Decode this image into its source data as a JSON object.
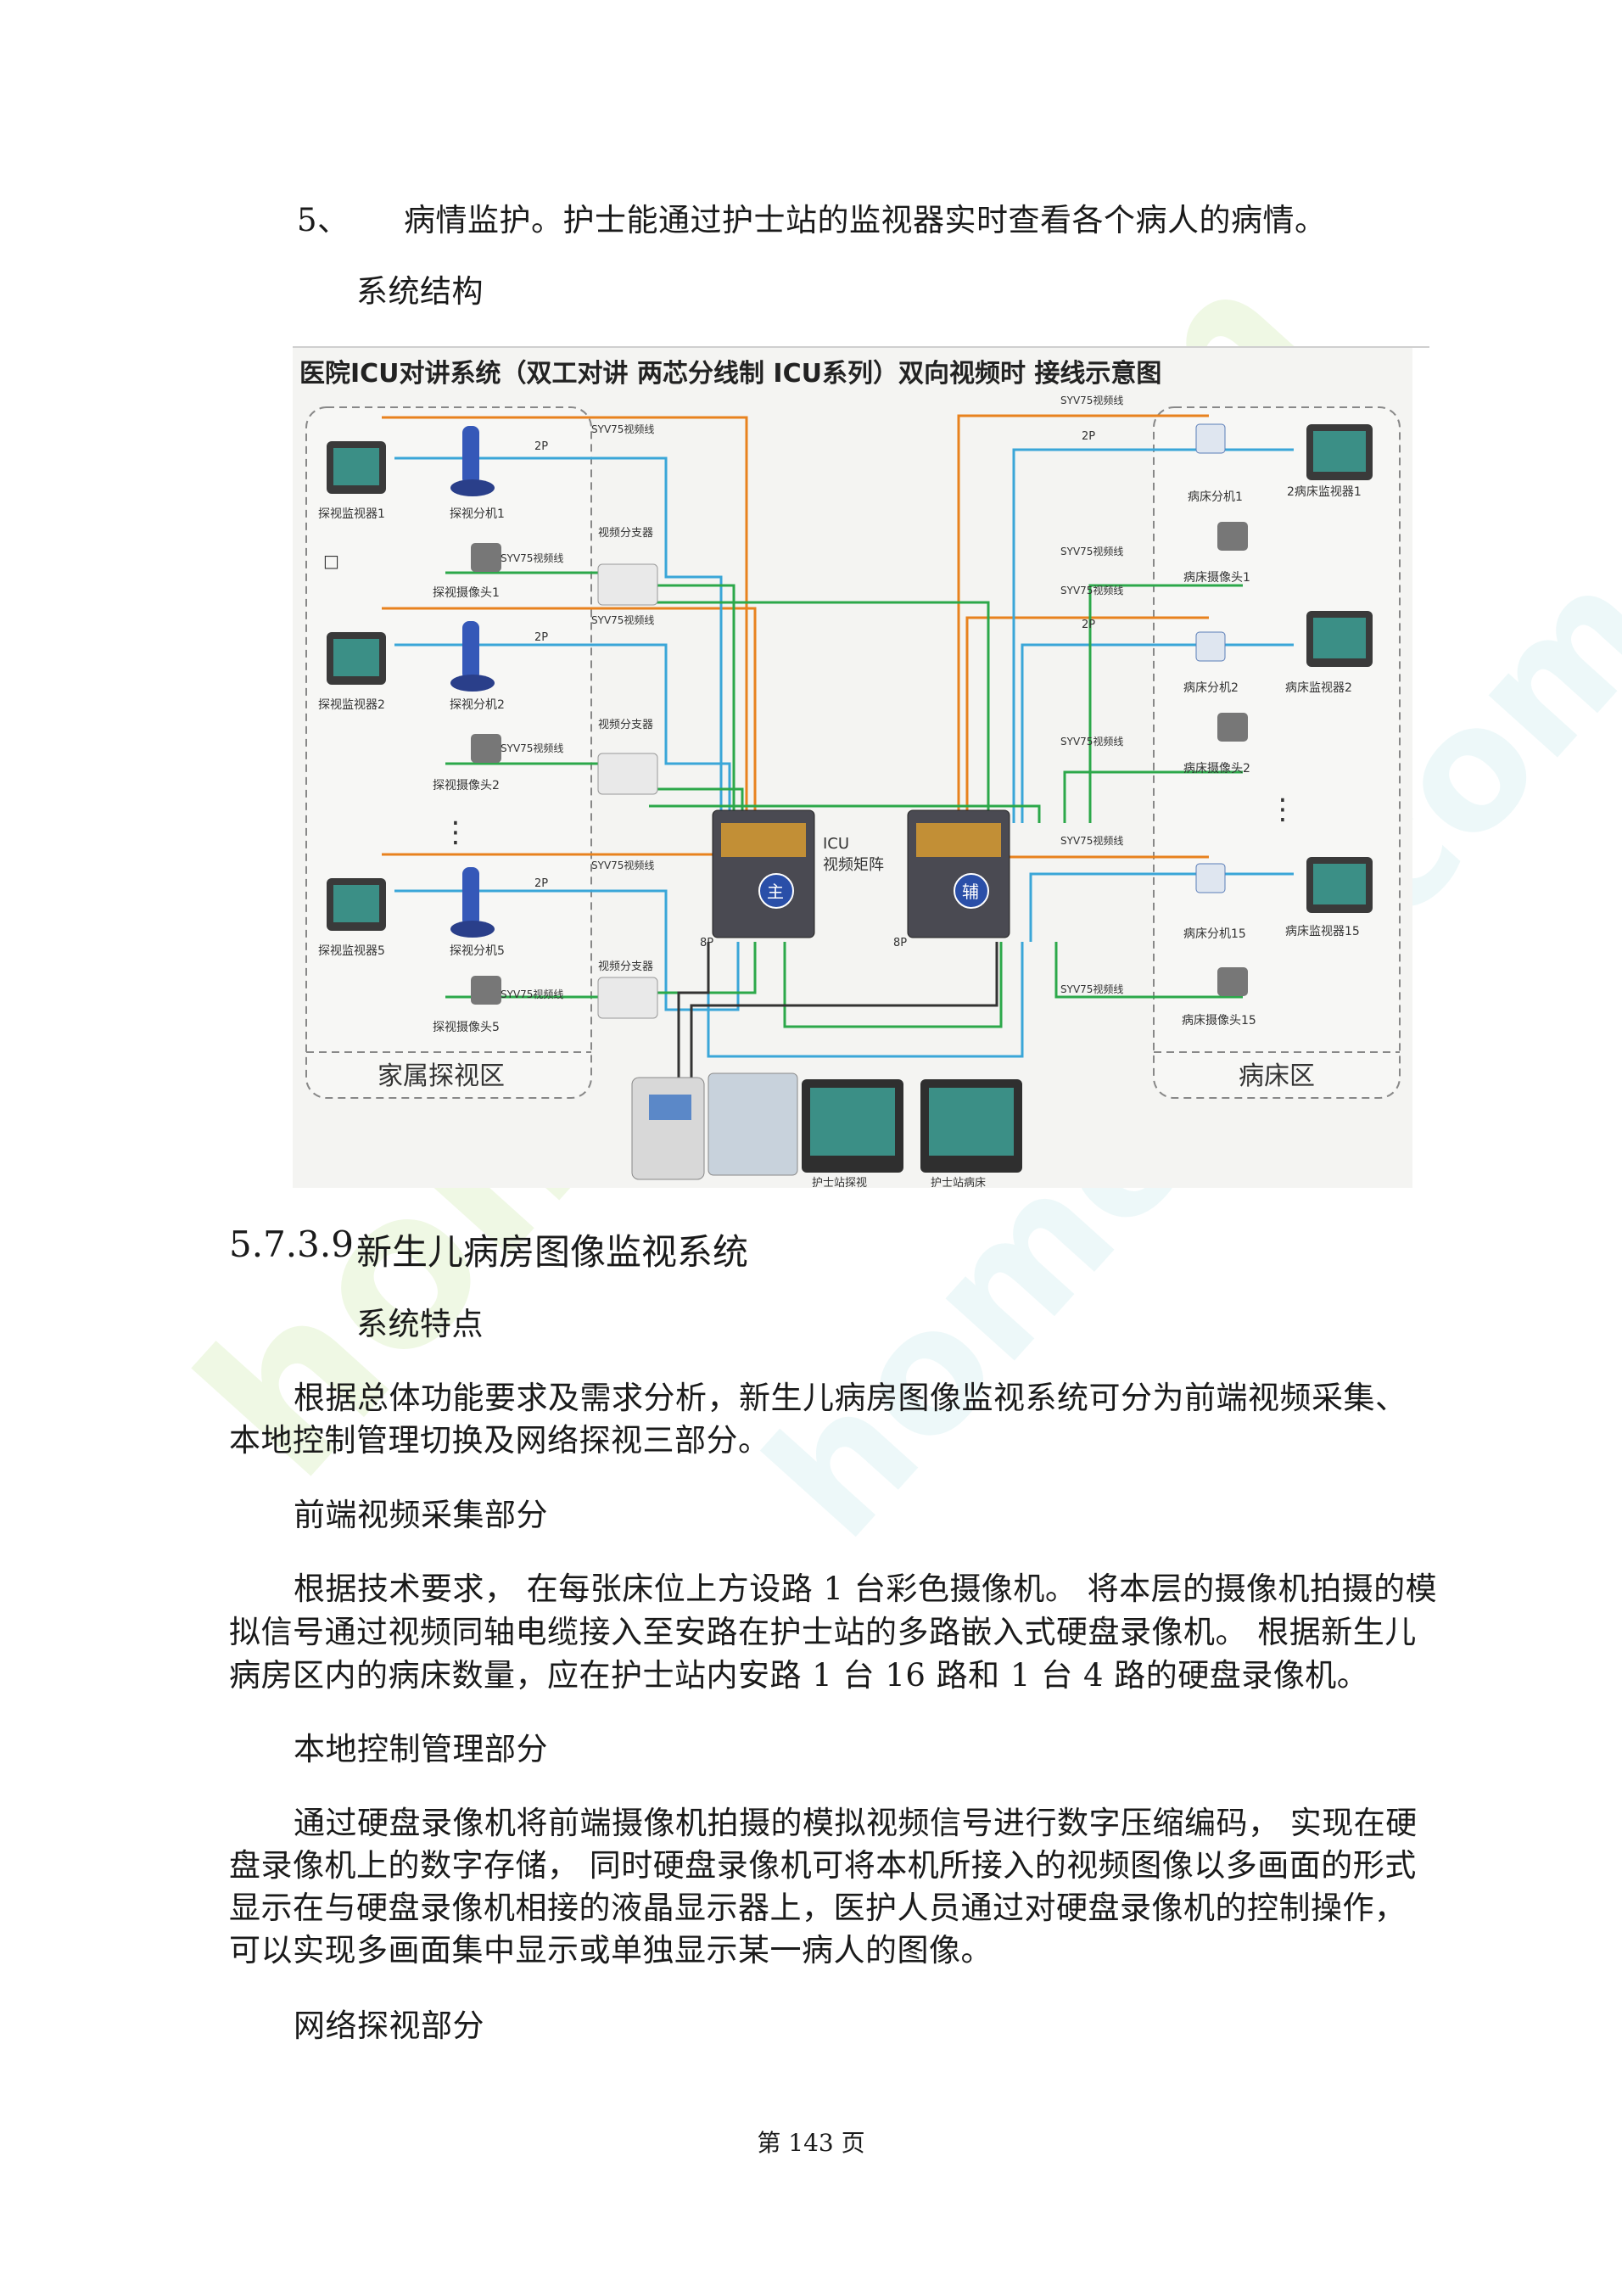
{
  "item5": {
    "num": "5、",
    "text": "病情监护。护士能通过护士站的监视器实时查看各个病人的病情。"
  },
  "struct_heading": "系统结构",
  "diagram": {
    "title": "医院ICU对讲系统（双工对讲 两芯分线制 ICU系列）双向视频时 接线示意图",
    "zone_left": "家属探视区",
    "zone_right": "病床区",
    "matrix_label_1": "ICU",
    "matrix_label_2": "视频矩阵",
    "main": "主",
    "aux": "辅",
    "left": {
      "monitor1": "探视监视器1",
      "phone1": "探视分机1",
      "cam1": "探视摄像头1",
      "monitor2": "探视监视器2",
      "phone2": "探视分机2",
      "cam2": "探视摄像头2",
      "monitor5": "探视监视器5",
      "phone5": "探视分机5",
      "cam5": "探视摄像头5"
    },
    "right": {
      "phone1": "病床分机1",
      "monitor1": "2病床监视器1",
      "cam1": "病床摄像头1",
      "phone2": "病床分机2",
      "monitor2": "病床监视器2",
      "cam2": "病床摄像头2",
      "phone15": "病床分机15",
      "monitor15": "病床监视器15",
      "cam15": "病床摄像头15"
    },
    "splitter": "视频分支器",
    "cable": "SYV75视频线",
    "p2": "2P",
    "p8": "8P",
    "dots": "⋮",
    "box": "□",
    "bottom_left": "护士站探视",
    "bottom_right": "护士站病床"
  },
  "section": {
    "num": "5.7.3.9",
    "title": "新生儿病房图像监视系统"
  },
  "features_heading": "系统特点",
  "para1": [
    "根据总体功能要求及需求分析，新生儿病房图像监视系统可分为前端视频采集、",
    "本地控制管理切换及网络探视三部分。"
  ],
  "front_heading": "前端视频采集部分",
  "para2": [
    "根据技术要求，  在每张床位上方设路   1 台彩色摄像机。 将本层的摄像机拍摄的模",
    "拟信号通过视频同轴电缆接入至安路在护士站的多路嵌入式硬盘录像机。      根据新生儿",
    "病房区内的病床数量，应在护士站内安路      1 台 16 路和  1 台 4 路的硬盘录像机。"
  ],
  "local_heading": "本地控制管理部分",
  "para3": [
    "通过硬盘录像机将前端摄像机拍摄的模拟视频信号进行数字压缩编码，      实现在硬",
    "盘录像机上的数字存储，  同时硬盘录像机可将本机所接入的视频图像以多画面的形式",
    "显示在与硬盘录像机相接的液晶显示器上，医护人员通过对硬盘录像机的控制操作，",
    "可以实现多画面集中显示或单独显示某一病人的图像。"
  ],
  "net_heading": "网络探视部分",
  "footer": "第 143 页",
  "watermark": "homedo.com",
  "colors": {
    "orange": "#e8821e",
    "blue": "#3aa6d8",
    "green": "#2ca84a",
    "dark": "#333333",
    "teal": "#2f8f86",
    "wm": "#dff2c8"
  }
}
